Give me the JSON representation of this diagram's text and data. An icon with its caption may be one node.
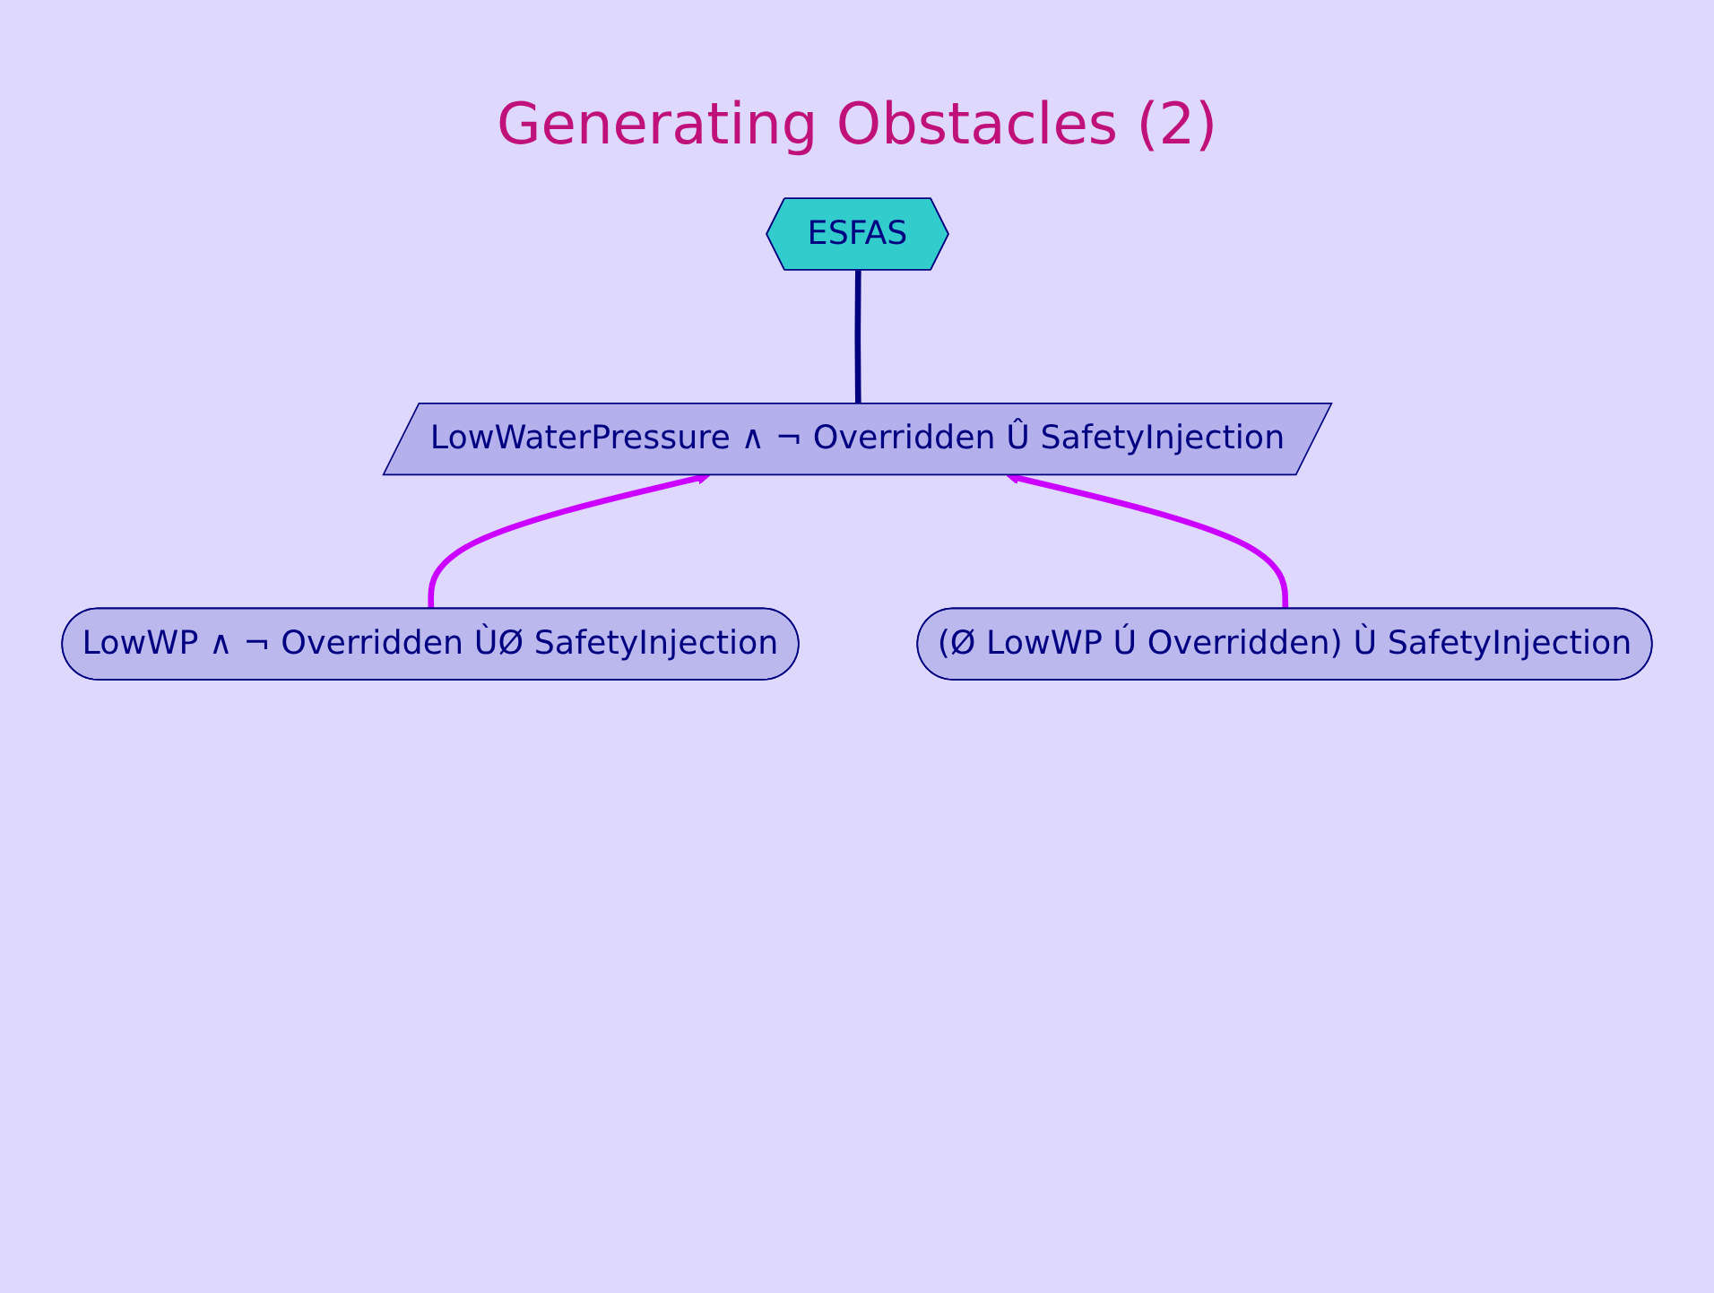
{
  "diagram": {
    "title": "Generating Obstacles (2)",
    "nodes": [
      {
        "text": [
          "LowWaterPressure ∧ ¬ Overridden Û SafetyInjection"
        ]
      },
      {
        "text": [
          "ESFAS"
        ]
      },
      {
        "text": [
          "LowWP ∧ ¬ Overridden ÙØ SafetyInjection"
        ]
      },
      {
        "text": [
          "(Ø LowWP Ú Overridden) Ù SafetyInjection"
        ]
      }
    ],
    "edges": [
      {
        "from": 2,
        "to": 0,
        "arrow": "to"
      },
      {
        "from": 3,
        "to": 0,
        "arrow": "to"
      },
      {
        "from": 0,
        "to": 1,
        "arrow": "none",
        "color": "#000080"
      }
    ]
  }
}
